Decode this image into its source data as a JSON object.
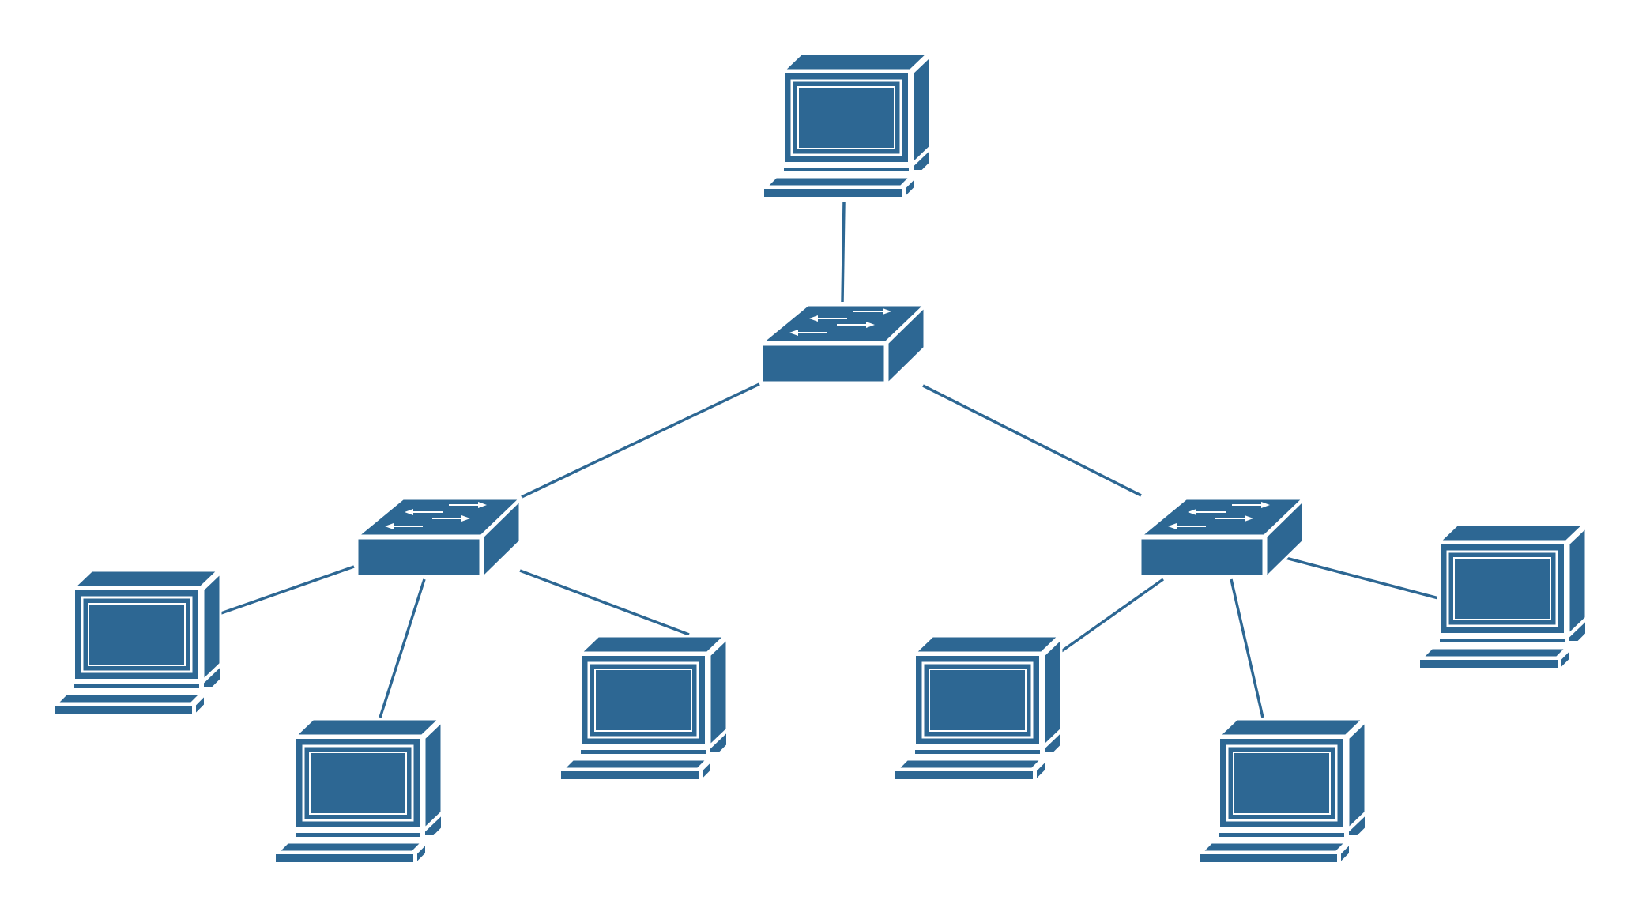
{
  "diagram": {
    "kind": "network-topology",
    "colors": {
      "device_fill": "#2d6793",
      "device_edge": "#ffffff",
      "link": "#2d6793",
      "arrow": "#ffffff",
      "background": "#ffffff"
    },
    "nodes": [
      {
        "id": "pc-top",
        "type": "computer",
        "icon": "desktop-computer-icon"
      },
      {
        "id": "switch-core",
        "type": "switch",
        "icon": "network-switch-icon"
      },
      {
        "id": "switch-left",
        "type": "switch",
        "icon": "network-switch-icon"
      },
      {
        "id": "switch-right",
        "type": "switch",
        "icon": "network-switch-icon"
      },
      {
        "id": "pc-left-1",
        "type": "computer",
        "icon": "desktop-computer-icon"
      },
      {
        "id": "pc-left-2",
        "type": "computer",
        "icon": "desktop-computer-icon"
      },
      {
        "id": "pc-left-3",
        "type": "computer",
        "icon": "desktop-computer-icon"
      },
      {
        "id": "pc-right-1",
        "type": "computer",
        "icon": "desktop-computer-icon"
      },
      {
        "id": "pc-right-2",
        "type": "computer",
        "icon": "desktop-computer-icon"
      },
      {
        "id": "pc-right-3",
        "type": "computer",
        "icon": "desktop-computer-icon"
      }
    ],
    "edges": [
      {
        "from": "pc-top",
        "to": "switch-core"
      },
      {
        "from": "switch-core",
        "to": "switch-left"
      },
      {
        "from": "switch-core",
        "to": "switch-right"
      },
      {
        "from": "switch-left",
        "to": "pc-left-1"
      },
      {
        "from": "switch-left",
        "to": "pc-left-2"
      },
      {
        "from": "switch-left",
        "to": "pc-left-3"
      },
      {
        "from": "switch-right",
        "to": "pc-right-1"
      },
      {
        "from": "switch-right",
        "to": "pc-right-2"
      },
      {
        "from": "switch-right",
        "to": "pc-right-3"
      }
    ]
  }
}
